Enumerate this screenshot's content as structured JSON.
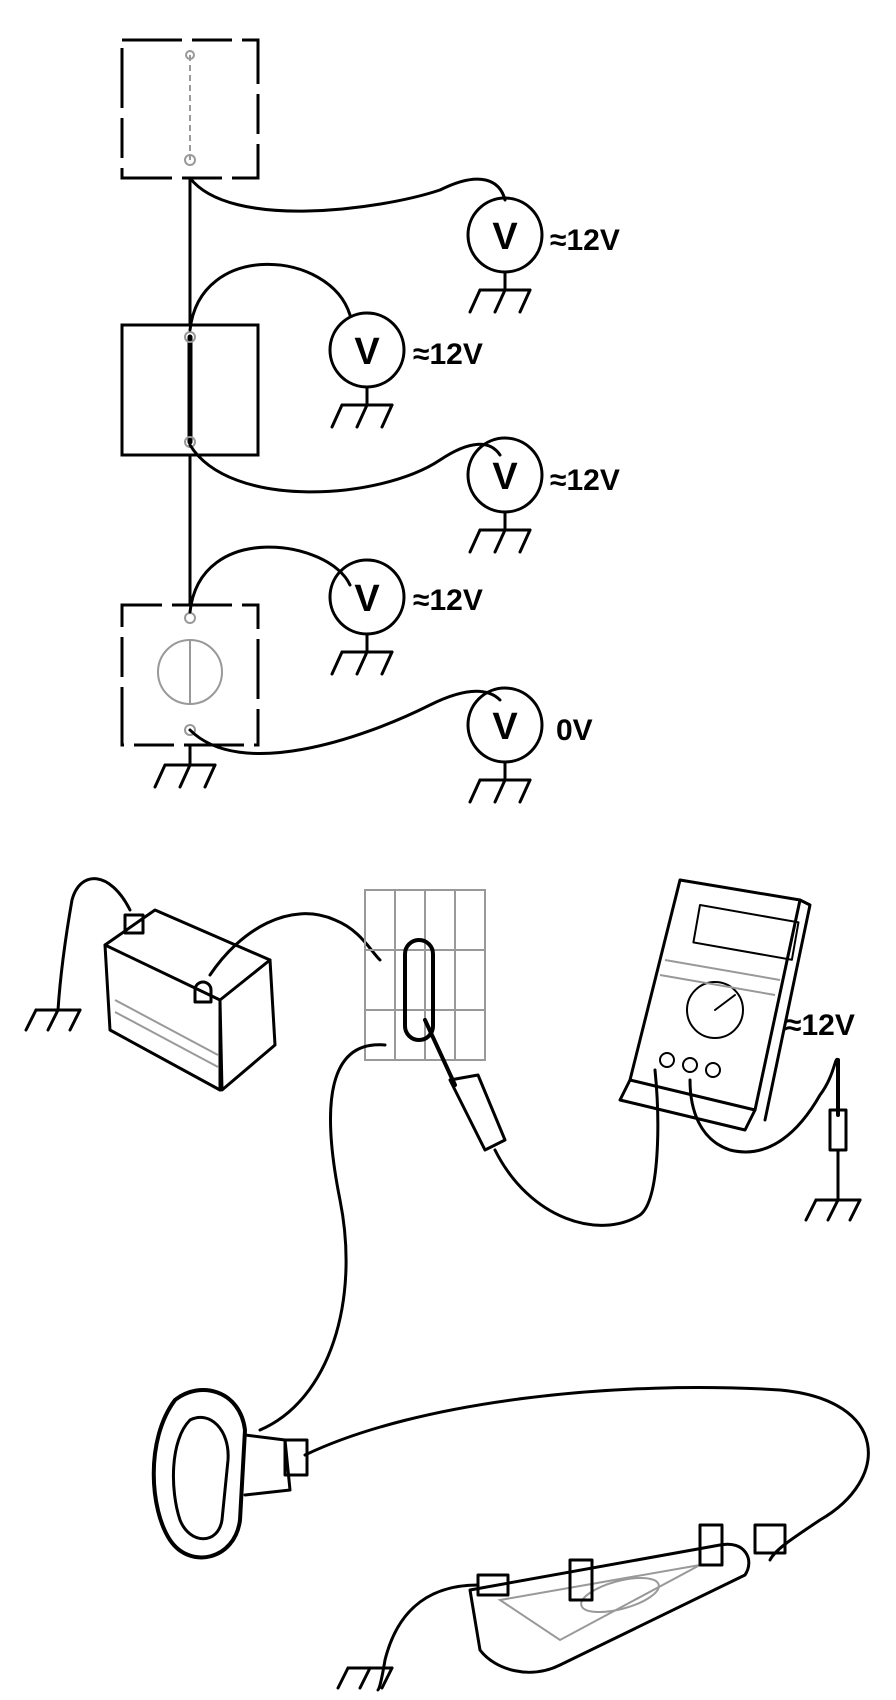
{
  "meter_symbol": "V",
  "readings": {
    "r1": "≈12V",
    "r2": "≈12V",
    "r3": "≈12V",
    "r4": "≈12V",
    "r5": "0V",
    "multimeter": "≈12V"
  },
  "colors": {
    "ink": "#000000",
    "faint": "#999999",
    "background": "#ffffff"
  },
  "icons": [
    "ground-icon",
    "voltmeter-icon",
    "fuse-icon",
    "switch-icon",
    "lamp-icon",
    "battery-icon",
    "multimeter-icon",
    "probe-icon",
    "switch-unit-icon",
    "license-plate-lamp-icon"
  ]
}
